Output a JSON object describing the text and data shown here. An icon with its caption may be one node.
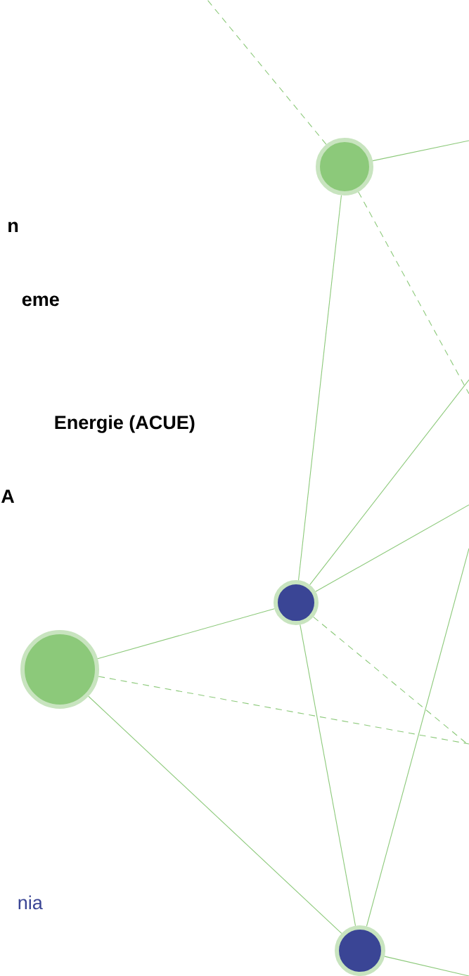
{
  "diagram": {
    "nodes": [
      {
        "text": [],
        "shape": "circle"
      },
      {
        "text": [],
        "shape": "circle"
      },
      {
        "text": [],
        "shape": "circle"
      },
      {
        "text": [],
        "shape": "circle"
      }
    ],
    "edges": [
      {
        "from": 0,
        "to": null,
        "arrow": "none",
        "style": "dashed"
      },
      {
        "from": 0,
        "to": null,
        "arrow": "none"
      },
      {
        "from": 0,
        "to": null,
        "arrow": "none",
        "style": "dashed"
      },
      {
        "from": 0,
        "to": 2,
        "arrow": "none"
      },
      {
        "from": 2,
        "to": null,
        "arrow": "none"
      },
      {
        "from": 2,
        "to": null,
        "arrow": "none"
      },
      {
        "from": 1,
        "to": 2,
        "arrow": "none"
      },
      {
        "from": 2,
        "to": null,
        "arrow": "none",
        "style": "dashed"
      },
      {
        "from": 2,
        "to": 3,
        "arrow": "none"
      },
      {
        "from": 1,
        "to": null,
        "arrow": "none",
        "style": "dashed"
      },
      {
        "from": 1,
        "to": 3,
        "arrow": "none"
      },
      {
        "from": 3,
        "to": null,
        "arrow": "none"
      },
      {
        "from": 3,
        "to": null,
        "arrow": "none"
      }
    ],
    "labels": [
      "n",
      "eme",
      "Energie (ACUE)",
      "A",
      "nia"
    ]
  }
}
